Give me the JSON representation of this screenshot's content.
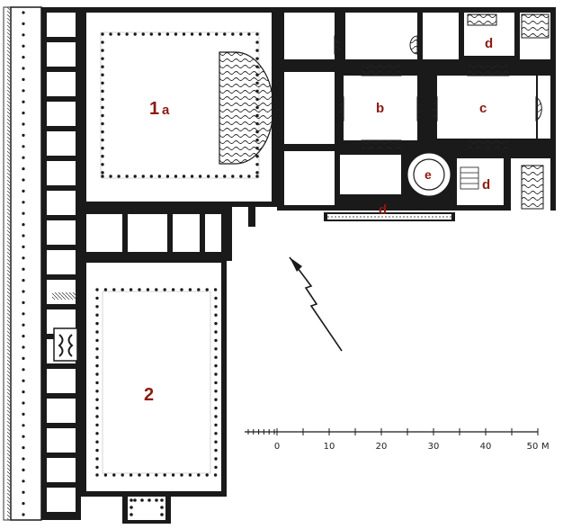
{
  "plan": {
    "labels": {
      "l1_num": "1",
      "l1_letter": "a",
      "l2": "2",
      "b": "b",
      "c": "c",
      "d_top": "d",
      "d_right": "d",
      "d_corridor": "d",
      "e": "e"
    },
    "scale": {
      "ticks": [
        "0",
        "10",
        "20",
        "30",
        "40",
        "50"
      ],
      "unit": "M"
    },
    "colors": {
      "wall": "#1a1a1a",
      "label": "#8b1a12",
      "paper": "#ffffff"
    },
    "icons": {
      "north_arrow": "lightning-north-arrow-icon",
      "water": "wave-hatch-pattern"
    }
  }
}
